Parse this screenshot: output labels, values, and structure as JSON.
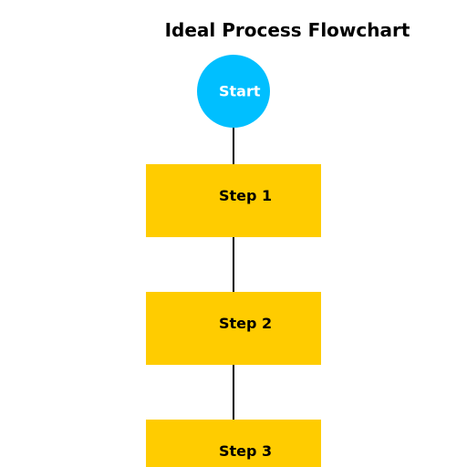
{
  "title": "Ideal Process Flowchart",
  "colors": {
    "start_fill": "#00BFFF",
    "start_text": "#FFFFFF",
    "step_fill": "#FFCC00",
    "step_text": "#000000",
    "edge": "#000000"
  },
  "nodes": {
    "start": {
      "label": "Start",
      "shape": "circle"
    },
    "step1": {
      "label": "Step 1",
      "shape": "rectangle"
    },
    "step2": {
      "label": "Step 2",
      "shape": "rectangle"
    },
    "step3": {
      "label": "Step 3",
      "shape": "rectangle"
    }
  },
  "edges": [
    {
      "from": "start",
      "to": "step1"
    },
    {
      "from": "step1",
      "to": "step2"
    },
    {
      "from": "step2",
      "to": "step3"
    }
  ]
}
